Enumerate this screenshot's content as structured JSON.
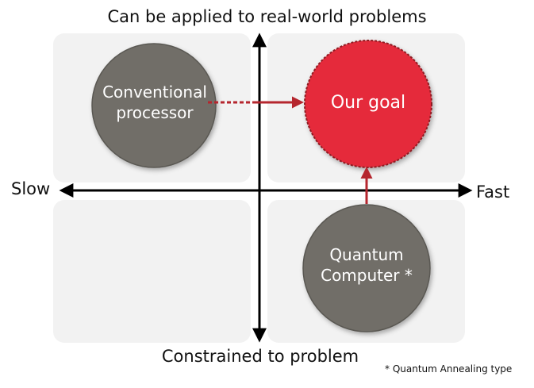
{
  "axes": {
    "top": "Can be applied to real-world problems",
    "bottom": "Constrained to problem",
    "left": "Slow",
    "right": "Fast"
  },
  "nodes": {
    "conventional": {
      "line1": "Conventional",
      "line2": "processor"
    },
    "goal": {
      "label": "Our goal"
    },
    "quantum": {
      "line1": "Quantum",
      "line2": "Computer *"
    }
  },
  "footnote": "* Quantum Annealing type",
  "colors": {
    "quadrant_fill": "#f2f2f2",
    "gray_circle": "#716e67",
    "goal_circle": "#e52a3a",
    "arrow_red": "#b5262e",
    "axis": "#000000"
  }
}
